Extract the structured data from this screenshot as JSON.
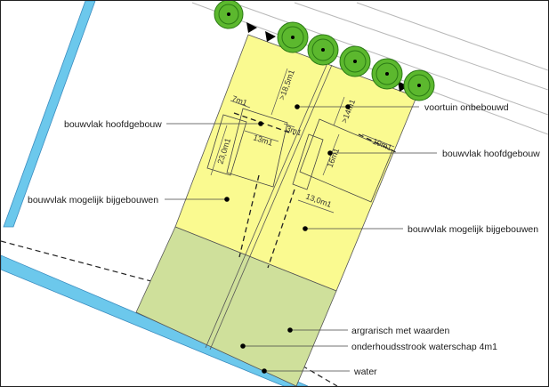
{
  "colors": {
    "water": "#6cc8ec",
    "building_zone": "#fafa90",
    "agricultural_zone": "#cfe09b",
    "tree": "#5cb82e",
    "tree_dark": "#2b7a15",
    "road_line": "#b8b8b8",
    "line": "#333333"
  },
  "labels": {
    "voortuin": "voortuin onbebouwd",
    "hoofdgebouw_left": "bouwvlak hoofdgebouw",
    "hoofdgebouw_right": "bouwvlak hoofdgebouw",
    "bijgebouwen_left": "bouwvlak mogelijk bijgebouwen",
    "bijgebouwen_right": "bouwvlak mogelijk bijgebouwen",
    "agrarisch": "argrarisch met waarden",
    "onderhoudsstrook": "onderhoudsstrook waterschap 4m1",
    "water": "water"
  },
  "dimensions": {
    "d1": "7m1",
    "d2": ">18,5m1",
    "d3": ">14m1",
    "d4": "23,0m1",
    "d5": "13m1",
    "d6": "3m1",
    "d7": "10m1",
    "d8": "16m1",
    "d9": "13,0m1"
  },
  "icons": {
    "tree": "tree-icon",
    "arrow": "entrance-arrow-icon"
  }
}
